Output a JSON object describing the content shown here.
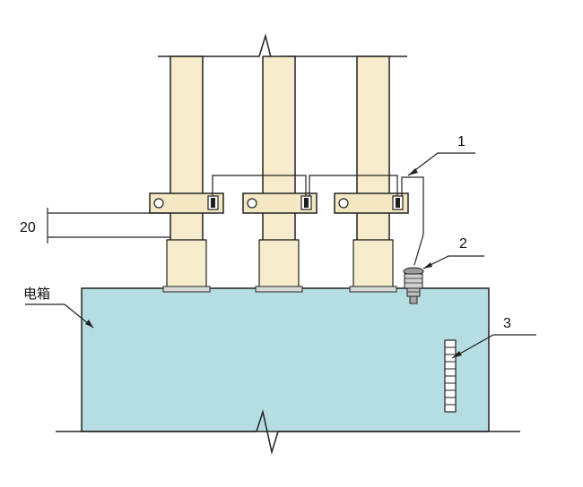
{
  "labels": {
    "callout_1": "1",
    "callout_2": "2",
    "callout_3": "3",
    "dimension": "20",
    "electric_box": "电箱"
  },
  "colors": {
    "box_fill": "#B5DDE2",
    "pipe_fill": "#F6EBCB",
    "clamp_fill": "#F4E8C4",
    "stroke": "#222222",
    "terminal": "#1f1f1f",
    "grounding_cap": "#9a9a9a"
  },
  "icons": {
    "break_mark": "zigzag-break-icon",
    "grounding_terminal": "grounding-bolt-icon",
    "grounding_bar": "ladder-bar-icon"
  }
}
